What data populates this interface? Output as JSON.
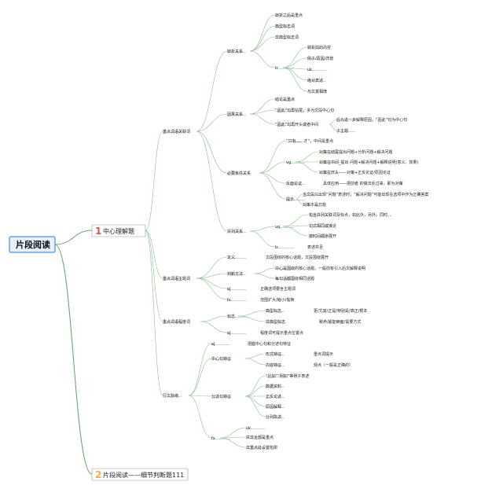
{
  "root": "片段阅读",
  "main1": {
    "num": "1",
    "label": "中心理解题"
  },
  "main2": {
    "num": "2",
    "label": "片段阅读——细节判断题111"
  },
  "g1": {
    "label": "重点词语关联词",
    "zhuanzhe": {
      "label": "转折关系",
      "a": "转折之后是重点",
      "b": "典型标志词",
      "c": "非典型标志词",
      "tr": {
        "label": "tr",
        "items": [
          "转折前的内容",
          "例子/原因/背景",
          "uk",
          "绝对表述",
          "与文意相悖"
        ]
      }
    },
    "yinguo": {
      "label": "因果关系",
      "a": "结论是重点",
      "b": "“因此”句再钻尾，多为文段中心句",
      "c": {
        "label": "“因此”句再开头或者中间",
        "items": [
          "后为进一步解释原因，“因此”句为中心句",
          "子主题"
        ]
      }
    },
    "biyao": {
      "label": "必要条件关系",
      "a": "“只有。。。才”，中间是重点",
      "vg": {
        "label": "vg",
        "items": [
          "对策在结尾提出问题+分析问题+解决问题",
          "对策在中间_提出 问题+解决问题+解释说明(意义、效果)",
          "对策在开头——对策+正反论证/原因论证"
        ]
      },
      "fanmian": {
        "label": "反面论证",
        "value": "具体应用——把前者 的做法反过来，即为对策"
      },
      "tishi": {
        "label": "提示",
        "items": [
          "当文段只出现“问题”表述时，“解决问题”可能出现在选项中作为正确答案",
          "对策不是万能"
        ]
      }
    },
    "binglie": {
      "label": "并列关系",
      "vq": {
        "label": "vq",
        "items": [
          "包含并列关联词及标点，如此外，另外，同时、、",
          "句式相同或接近",
          "按时间顺序展开"
        ]
      },
      "tr": {
        "label": "tr",
        "value": "表述并且"
      }
    }
  },
  "g2": {
    "label": "重点词语主题词",
    "dingyi": {
      "label": "定义",
      "value": "文段围绕的核心话题，文段围绕展开"
    },
    "panduan": {
      "label": "判断方法",
      "items": [
        "中心是围绕的核心话题，一般前有引入后文解释说明",
        "每句话都围绕相同话题"
      ]
    },
    "ej": {
      "label": "eJ",
      "value": "正确选项要含主题词"
    },
    "fx": {
      "label": "fx",
      "value": "范围扩大/缩小/偷换"
    }
  },
  "g3": {
    "label": "重点词语程度词",
    "biaozhi": {
      "label": "标志",
      "a": {
        "label": "典型标志",
        "value": "更/尤其/正是/特别是/真正/根本"
      },
      "b": {
        "label": "非典型标志",
        "value": "致命/最能辆面/需要方式"
      }
    },
    "ej": {
      "label": "eJ",
      "value": "程度词可提示重点位置点"
    }
  },
  "g4": {
    "label": "行文脉络",
    "ej": {
      "label": "eJ",
      "value": "把握中心句和分述句特征"
    },
    "zhongxin": {
      "label": "中心句特征",
      "a": {
        "label": "形式特征",
        "value": "重点词提示"
      },
      "b": {
        "label": "内容特征",
        "value": "观点（一般是正确的）"
      }
    },
    "fenshu": {
      "label": "分述句特征",
      "items": [
        "“比如”“例如”等例子表述",
        "数据资料",
        "正反论述",
        "原因解释",
        "分列陈述"
      ]
    },
    "fx": {
      "label": "fx",
      "items": [
        "uk",
        "并非全部是重点",
        "非重点处设置陷阱"
      ]
    }
  },
  "colors": {
    "edge": "#8fbc8f",
    "root_border": "#4a90e2",
    "root_fill": "#e8f1fb"
  }
}
